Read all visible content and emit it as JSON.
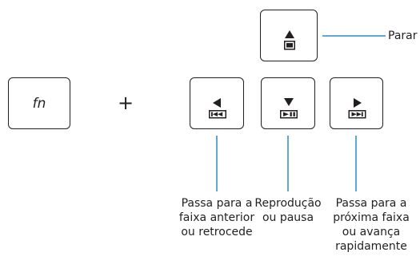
{
  "keys": {
    "fn": {
      "label": "fn"
    }
  },
  "icons": {
    "stop": "up-arrow-over-stop-square-icon",
    "prev": "left-arrow-over-skip-back-icon",
    "play": "down-arrow-over-play-pause-icon",
    "next": "right-arrow-over-skip-forward-icon"
  },
  "operator": "+",
  "labels": {
    "stop": "Parar",
    "prev": [
      "Passa para a",
      "faixa anterior",
      "ou retrocede"
    ],
    "play": [
      "Reprodução",
      "ou pausa"
    ],
    "next": [
      "Passa para a",
      "próxima faixa",
      "ou avança",
      "rapidamente"
    ]
  },
  "colors": {
    "key_border": "#231f20",
    "connector": "#2b8ac6",
    "text": "#231f20"
  }
}
